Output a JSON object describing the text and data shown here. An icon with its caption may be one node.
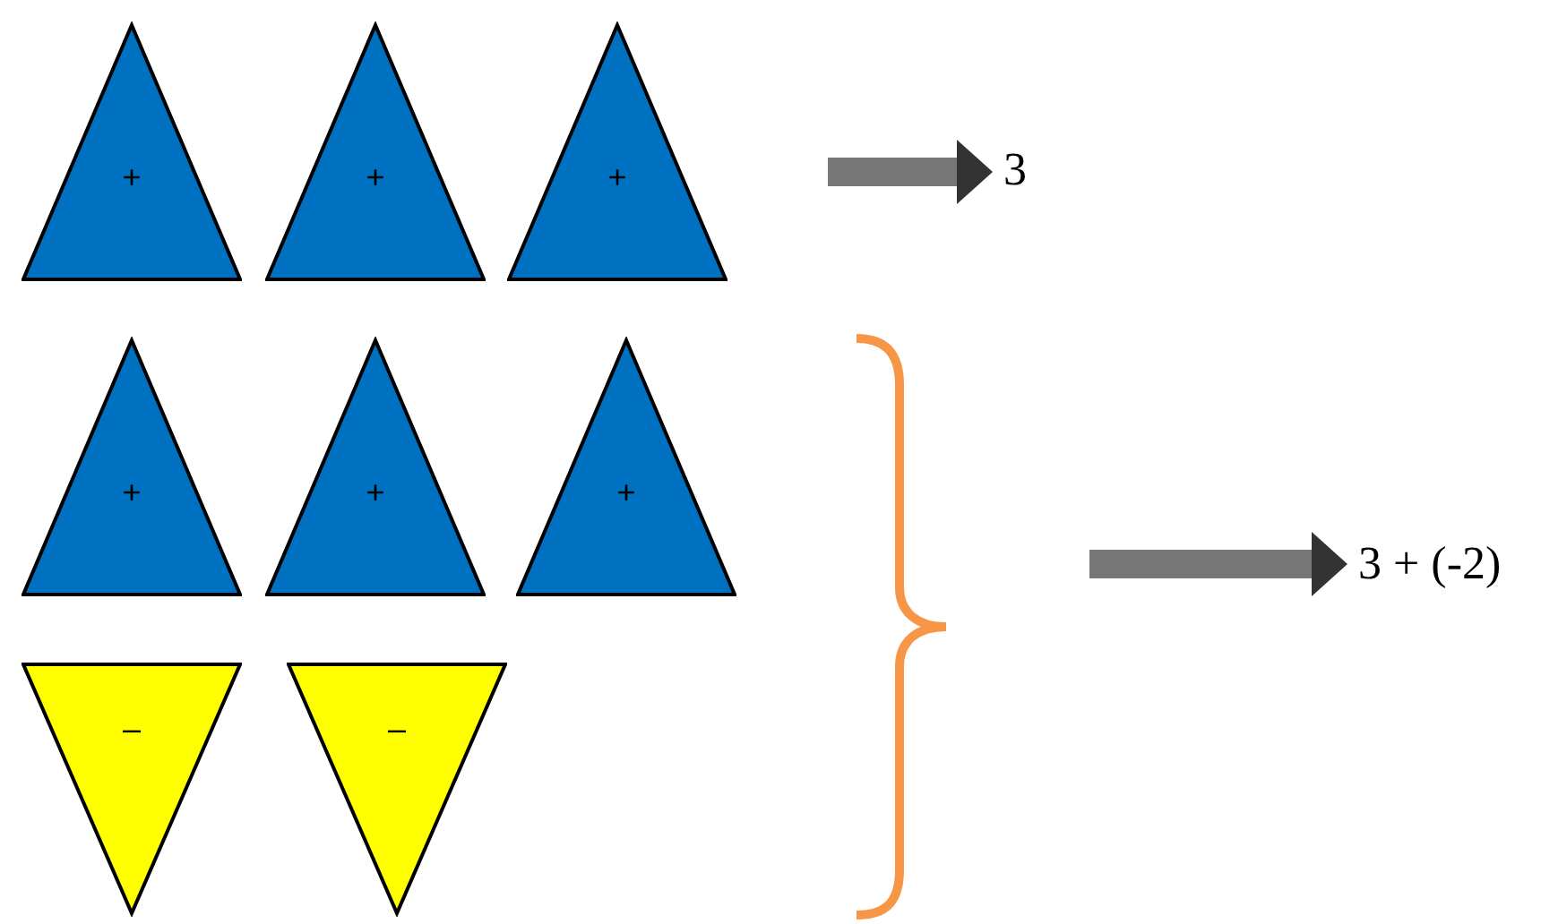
{
  "diagram": {
    "nodes": [
      {
        "text": [
          "+"
        ]
      },
      {
        "text": [
          "+"
        ]
      },
      {
        "text": [
          "+"
        ]
      },
      {
        "text": [
          "+"
        ]
      },
      {
        "text": [
          "+"
        ]
      },
      {
        "text": [
          "+"
        ]
      },
      {
        "text": [
          "–"
        ]
      },
      {
        "text": [
          "–"
        ]
      },
      {
        "text": [
          "3"
        ]
      },
      {
        "text": [
          "3 + (-2)"
        ]
      }
    ],
    "edges": [
      {
        "from": null,
        "to": 8,
        "arrow": "to"
      },
      {
        "from": null,
        "to": 9,
        "arrow": "to"
      }
    ]
  }
}
